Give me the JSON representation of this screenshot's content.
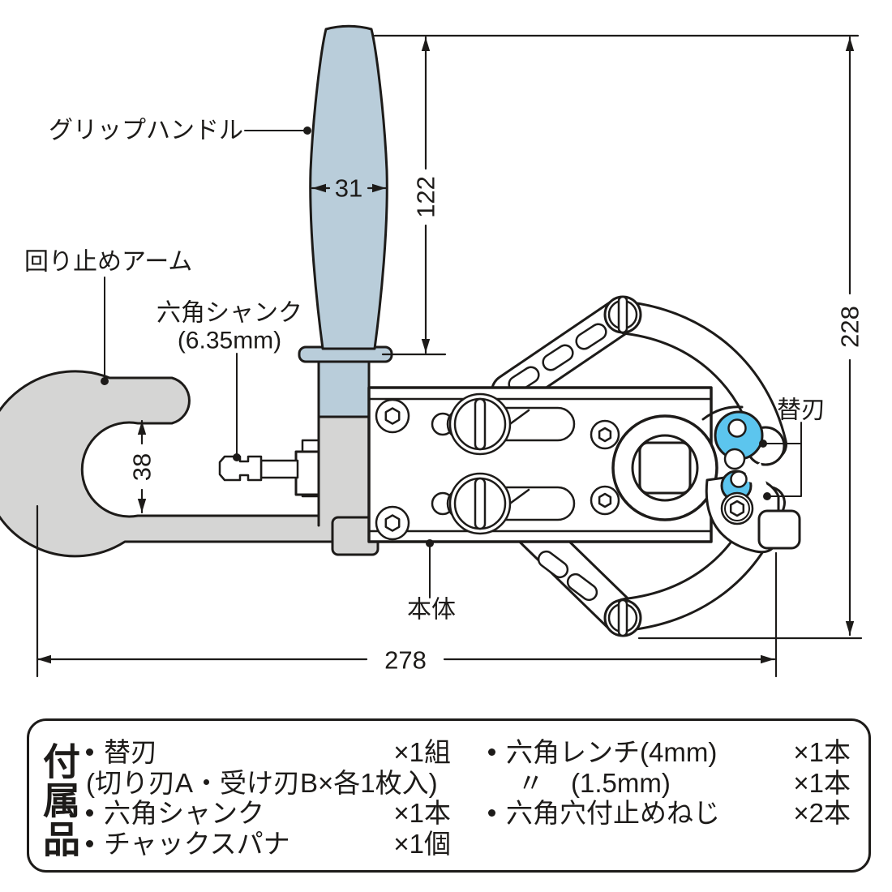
{
  "diagram": {
    "labels": {
      "grip_handle": "グリップハンドル",
      "rotation_stop_arm": "回り止めアーム",
      "hex_shank_line1": "六角シャンク",
      "hex_shank_line2": "(6.35mm)",
      "body": "本体",
      "replacement_blade": "替刃"
    },
    "dimensions": {
      "handle_width": "31",
      "handle_length": "122",
      "overall_height": "228",
      "arm_gap": "38",
      "overall_length": "278"
    }
  },
  "accessories": {
    "title": "付属品",
    "left_items": [
      {
        "name": "替刃",
        "qty": "×1組"
      },
      {
        "name": "(切り刃A・受け刃B×各1枚入)",
        "qty": ""
      },
      {
        "name": "六角シャンク",
        "qty": "×1本"
      },
      {
        "name": "チャックスパナ",
        "qty": "×1個"
      }
    ],
    "right_items": [
      {
        "name": "六角レンチ(4mm)",
        "qty": "×1本"
      },
      {
        "name": "〃　(1.5mm)",
        "qty": "×1本"
      },
      {
        "name": "六角穴付止めねじ",
        "qty": "×2本"
      }
    ]
  },
  "colors": {
    "line": "#1d1b19",
    "handle_blue": "#b9cdda",
    "metal_gray": "#d5d5d4",
    "blade_blue": "#5cc5ee"
  }
}
